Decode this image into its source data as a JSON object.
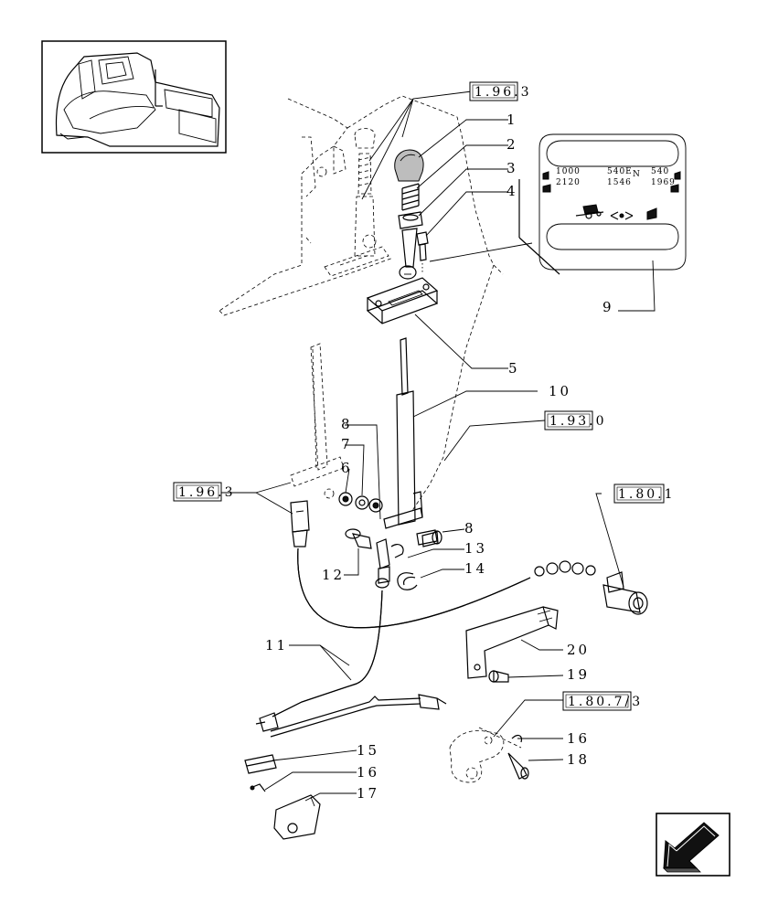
{
  "diagram": {
    "part_labels": [
      {
        "id": "p1",
        "text": "1"
      },
      {
        "id": "p2",
        "text": "2"
      },
      {
        "id": "p3",
        "text": "3"
      },
      {
        "id": "p4",
        "text": "4"
      },
      {
        "id": "p5",
        "text": "5"
      },
      {
        "id": "p6",
        "text": "6"
      },
      {
        "id": "p7",
        "text": "7"
      },
      {
        "id": "p8a",
        "text": "8"
      },
      {
        "id": "p8b",
        "text": "8"
      },
      {
        "id": "p9",
        "text": "9"
      },
      {
        "id": "p10",
        "text": "10"
      },
      {
        "id": "p11",
        "text": "11"
      },
      {
        "id": "p12",
        "text": "12"
      },
      {
        "id": "p13",
        "text": "13"
      },
      {
        "id": "p14",
        "text": "14"
      },
      {
        "id": "p15",
        "text": "15"
      },
      {
        "id": "p16a",
        "text": "16"
      },
      {
        "id": "p16b",
        "text": "16"
      },
      {
        "id": "p17",
        "text": "17"
      },
      {
        "id": "p18",
        "text": "18"
      },
      {
        "id": "p19",
        "text": "19"
      },
      {
        "id": "p20",
        "text": "20"
      }
    ],
    "references": [
      {
        "id": "r1",
        "text": "1.96.3"
      },
      {
        "id": "r2",
        "text": "1.93.0"
      },
      {
        "id": "r3",
        "text": "1.96.3"
      },
      {
        "id": "r4",
        "text": "1.80.1"
      },
      {
        "id": "r5",
        "text": "1.80.7/3"
      }
    ],
    "decal": {
      "row1": [
        "1000",
        "540E",
        "N",
        "540"
      ],
      "row2": [
        "2120",
        "1546",
        "1969"
      ]
    }
  }
}
